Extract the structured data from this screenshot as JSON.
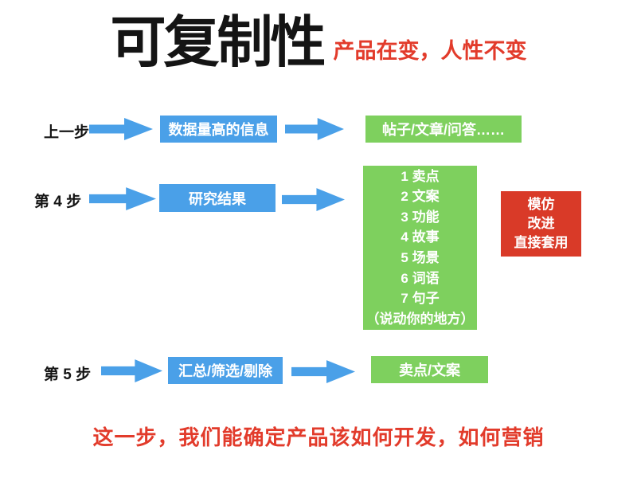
{
  "colors": {
    "blue": "#4aa0e8",
    "green": "#7ed05e",
    "red": "#d93a28",
    "red_text": "#e23b2b",
    "black": "#141414"
  },
  "header": {
    "title": "可复制性",
    "subtitle": "产品在变，人性不变"
  },
  "row1": {
    "label": "上一步",
    "source_box": "数据量高的信息",
    "result_box": "帖子/文章/问答……"
  },
  "row2": {
    "label": "第 4 步",
    "source_box": "研究结果",
    "list_box": [
      "1 卖点",
      "2 文案",
      "3 功能",
      "4 故事",
      "5 场景",
      "6 词语",
      "7 句子",
      "（说动你的地方）"
    ],
    "action_box": [
      "模仿",
      "改进",
      "直接套用"
    ]
  },
  "row3": {
    "label": "第 5 步",
    "source_box": "汇总/筛选/剔除",
    "result_box": "卖点/文案"
  },
  "footer": "这一步，我们能确定产品该如何开发，如何营销"
}
